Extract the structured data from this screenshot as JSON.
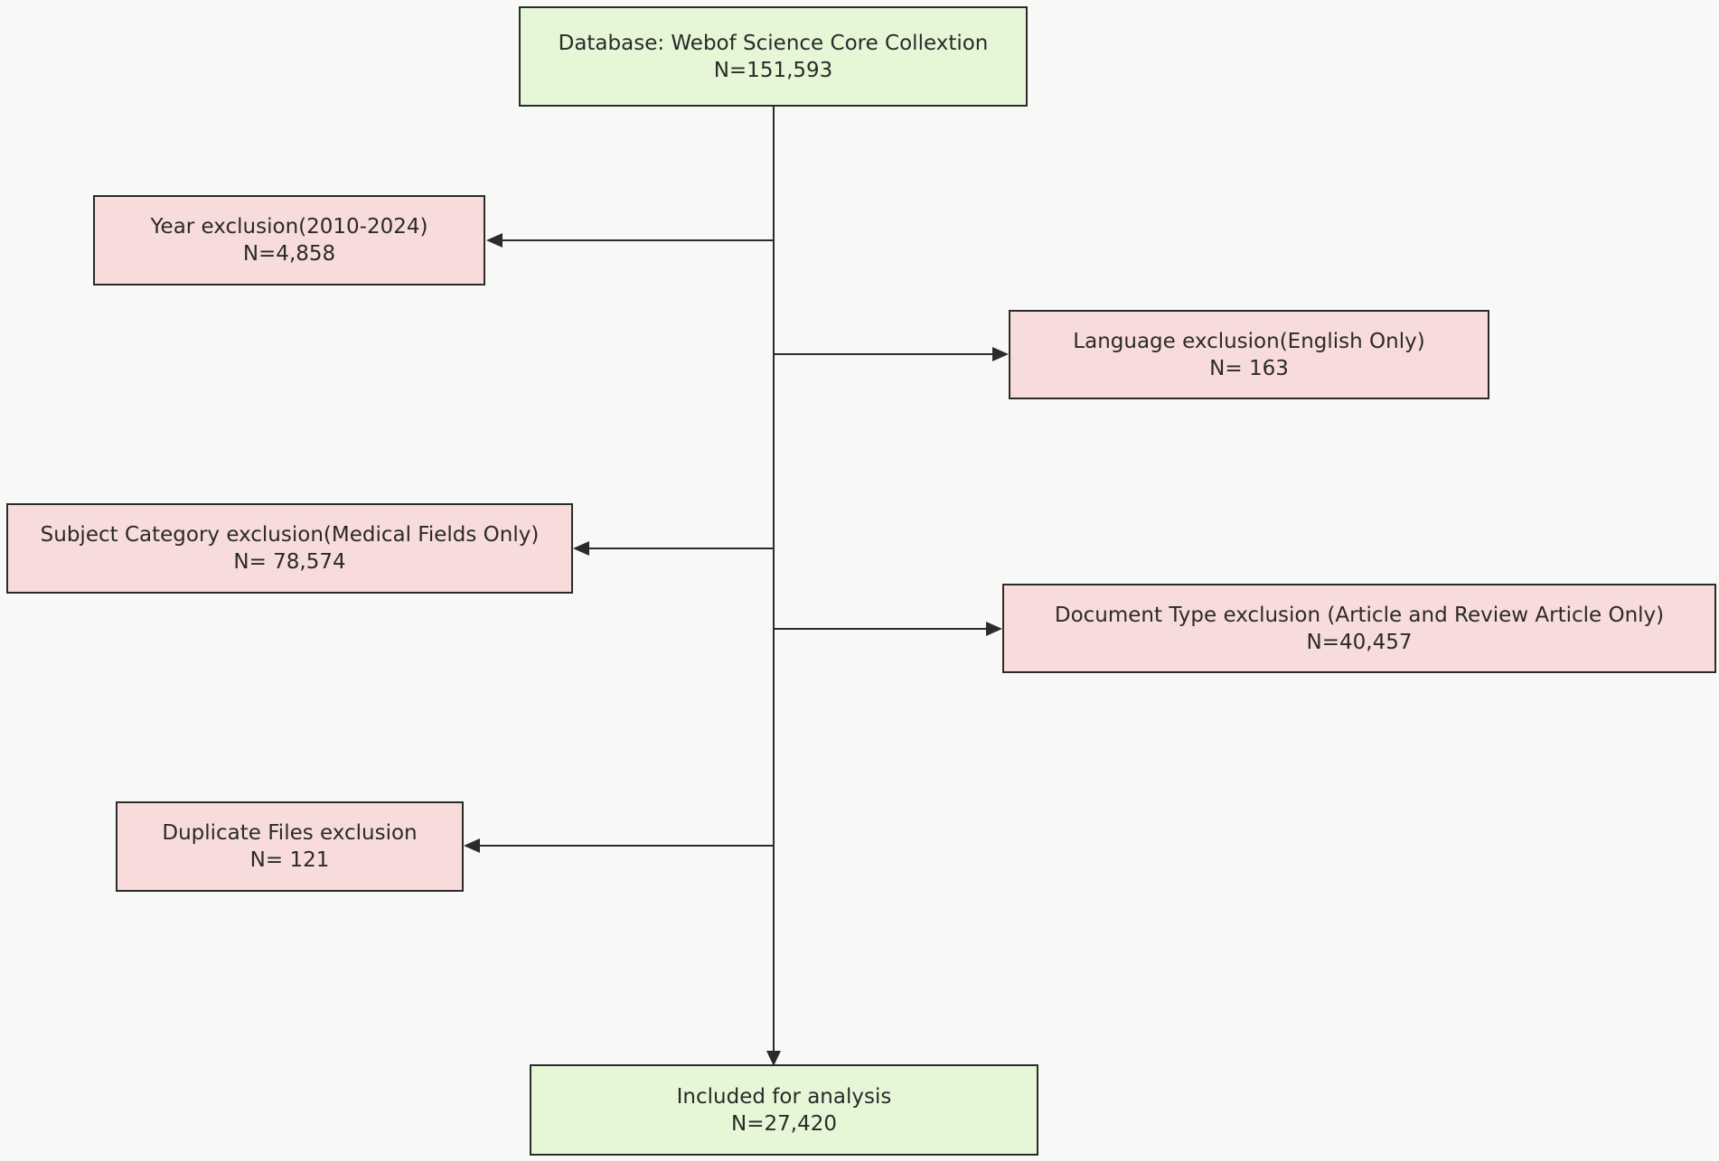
{
  "nodes": {
    "database": {
      "label": "Database: Webof Science Core Collextion",
      "count": "N=151,593"
    },
    "year_exclusion": {
      "label": "Year exclusion(2010-2024)",
      "count": "N=4,858"
    },
    "language_exclusion": {
      "label": "Language exclusion(English Only)",
      "count": "N= 163"
    },
    "subject_exclusion": {
      "label": "Subject Category exclusion(Medical Fields Only)",
      "count": "N= 78,574"
    },
    "document_type_exclusion": {
      "label": "Document Type exclusion (Article and Review Article Only)",
      "count": "N=40,457"
    },
    "duplicate_exclusion": {
      "label": "Duplicate Files exclusion",
      "count": "N= 121"
    },
    "included": {
      "label": "Included for analysis",
      "count": "N=27,420"
    }
  },
  "colors": {
    "included_box": "#e6f7d7",
    "excluded_box": "#f8dcdb",
    "line": "#2b2b2b"
  }
}
